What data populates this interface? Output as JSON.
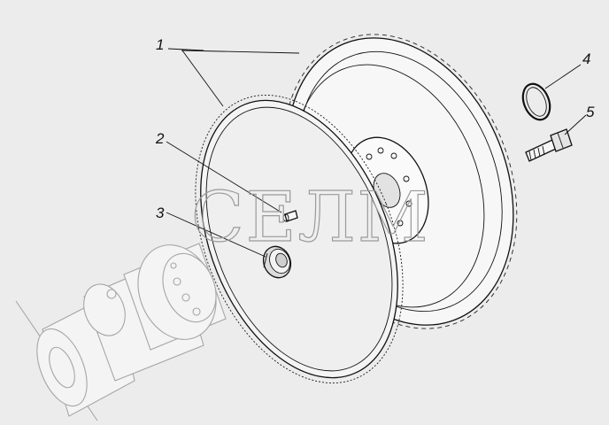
{
  "diagram": {
    "callouts": [
      {
        "label": "1",
        "part": "ring-gear-and-flywheel"
      },
      {
        "label": "2",
        "part": "dowel-pin"
      },
      {
        "label": "3",
        "part": "bearing"
      },
      {
        "label": "4",
        "part": "lock-ring"
      },
      {
        "label": "5",
        "part": "flywheel-bolt"
      }
    ],
    "watermark": "СЕЛМ",
    "colors": {
      "background": "#ececec",
      "line": "#111111",
      "ghost": "#a6a6a6"
    }
  }
}
